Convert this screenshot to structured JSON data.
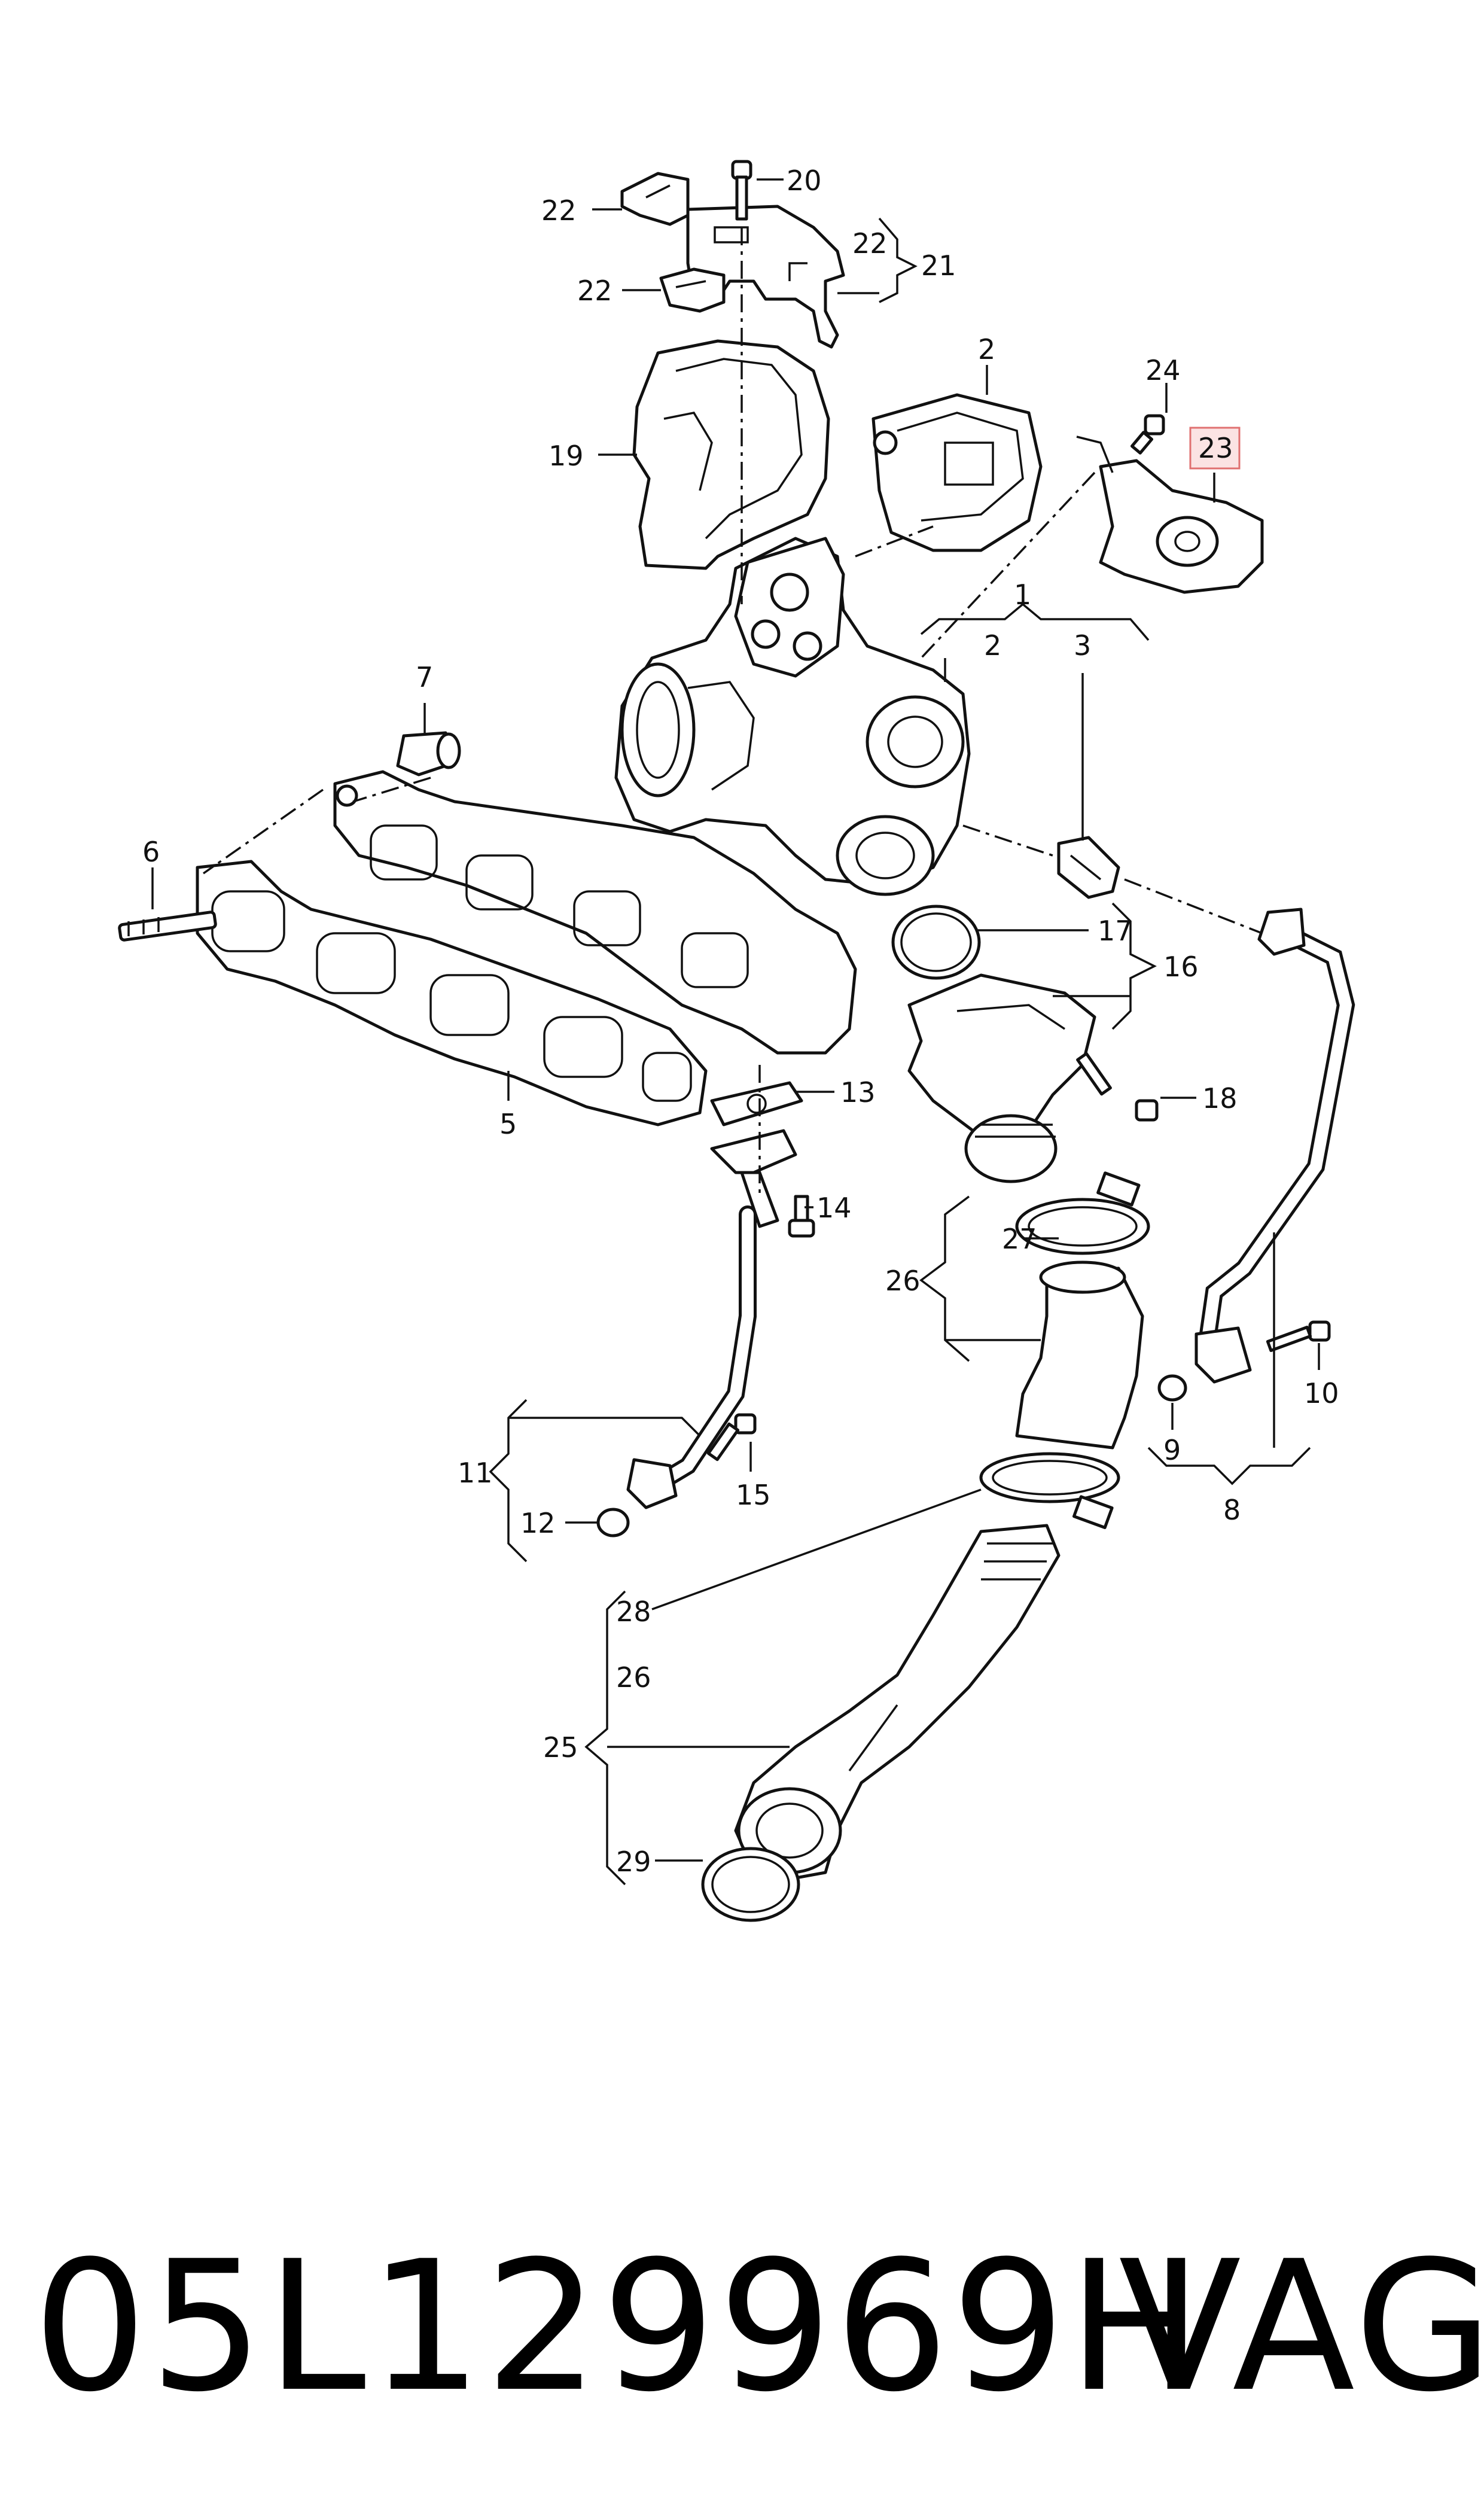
{
  "callouts": [
    {
      "id": "c1",
      "text": "1"
    },
    {
      "id": "c2a",
      "text": "2"
    },
    {
      "id": "c2b",
      "text": "2"
    },
    {
      "id": "c3",
      "text": "3"
    },
    {
      "id": "c5",
      "text": "5"
    },
    {
      "id": "c6",
      "text": "6"
    },
    {
      "id": "c7",
      "text": "7"
    },
    {
      "id": "c8",
      "text": "8"
    },
    {
      "id": "c9",
      "text": "9"
    },
    {
      "id": "c10",
      "text": "10"
    },
    {
      "id": "c11",
      "text": "11"
    },
    {
      "id": "c12",
      "text": "12"
    },
    {
      "id": "c13",
      "text": "13"
    },
    {
      "id": "c14",
      "text": "14"
    },
    {
      "id": "c15",
      "text": "15"
    },
    {
      "id": "c16",
      "text": "16"
    },
    {
      "id": "c17",
      "text": "17"
    },
    {
      "id": "c18",
      "text": "18"
    },
    {
      "id": "c19",
      "text": "19"
    },
    {
      "id": "c20",
      "text": "20"
    },
    {
      "id": "c21",
      "text": "21"
    },
    {
      "id": "c22a",
      "text": "22"
    },
    {
      "id": "c22b",
      "text": "22"
    },
    {
      "id": "c22c",
      "text": "22"
    },
    {
      "id": "c23",
      "text": "23"
    },
    {
      "id": "c24",
      "text": "24"
    },
    {
      "id": "c25",
      "text": "25"
    },
    {
      "id": "c26a",
      "text": "26"
    },
    {
      "id": "c26b",
      "text": "26"
    },
    {
      "id": "c27",
      "text": "27"
    },
    {
      "id": "c28",
      "text": "28"
    },
    {
      "id": "c29",
      "text": "29"
    }
  ],
  "highlighted_callout": "23",
  "footer": {
    "part_number": "05L129969H",
    "brand": "VAG"
  },
  "colors": {
    "highlight_fill": "#fbe3e3",
    "highlight_border": "#e07070",
    "line": "#111111"
  }
}
